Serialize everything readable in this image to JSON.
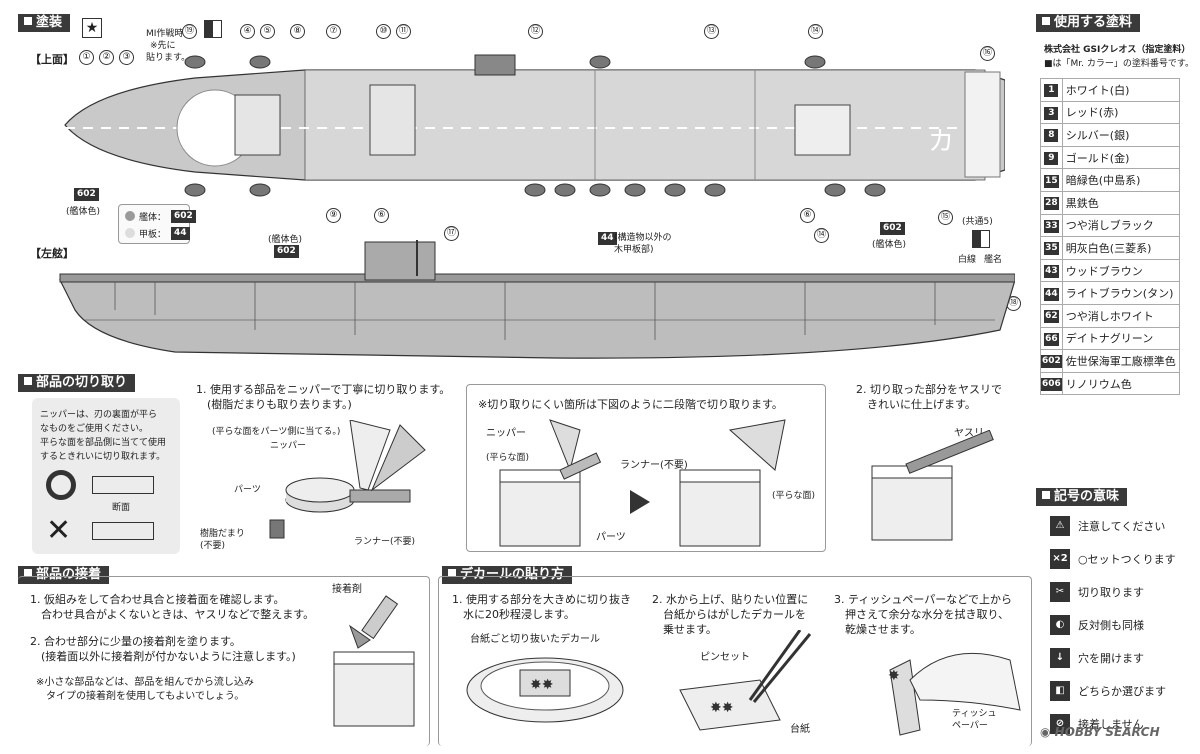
{
  "sections": {
    "painting": "塗装",
    "paints_used": "使用する塗料",
    "cutting": "部品の切り取り",
    "gluing": "部品の接着",
    "decal": "デカールの貼り方",
    "symbols": "記号の意味"
  },
  "views": {
    "top": "【上面】",
    "side": "【左舷】"
  },
  "top_notes": {
    "mi_line1": "MI作戦時",
    "mi_line2": "※先に",
    "mi_line3": "貼ります。",
    "hull": "(艦体色)",
    "hull2": "(艦体色)",
    "hull3": "(艦体色)",
    "deck_wood1": "(構造物以外の",
    "deck_wood2": "木甲板部)",
    "shared": "(共通5)",
    "white_line": "白線",
    "ship_name": "艦名",
    "deck_char": "カ"
  },
  "legend": {
    "hull_label": "艦体：",
    "hull_code": "602",
    "deck_label": "甲板：",
    "deck_code": "44"
  },
  "codes": {
    "c602": "602",
    "c44": "44"
  },
  "parts": [
    "①",
    "②",
    "③",
    "④",
    "⑤",
    "⑥",
    "⑦",
    "⑧",
    "⑨",
    "⑩",
    "⑪",
    "⑫",
    "⑬",
    "⑭",
    "⑮",
    "⑯",
    "⑰",
    "⑱",
    "⑲"
  ],
  "paints": {
    "maker": "株式会社 GSIクレオス（指定塗料）",
    "note": "■は「Mr. カラー」の塗料番号です。",
    "rows": [
      {
        "code": "1",
        "name": "ホワイト(白)"
      },
      {
        "code": "3",
        "name": "レッド(赤)"
      },
      {
        "code": "8",
        "name": "シルバー(銀)"
      },
      {
        "code": "9",
        "name": "ゴールド(金)"
      },
      {
        "code": "15",
        "name": "暗緑色(中島系)"
      },
      {
        "code": "28",
        "name": "黒鉄色"
      },
      {
        "code": "33",
        "name": "つや消しブラック"
      },
      {
        "code": "35",
        "name": "明灰白色(三菱系)"
      },
      {
        "code": "43",
        "name": "ウッドブラウン"
      },
      {
        "code": "44",
        "name": "ライトブラウン(タン)"
      },
      {
        "code": "62",
        "name": "つや消しホワイト"
      },
      {
        "code": "66",
        "name": "デイトナグリーン"
      },
      {
        "code": "602",
        "name": "佐世保海軍工廠標準色"
      },
      {
        "code": "606",
        "name": "リノリウム色"
      }
    ]
  },
  "cutting": {
    "note": "ニッパーは、刃の裏面が平ら\nなものをご使用ください。\n平らな面を部品側に当てて使用\nするときれいに切り取れます。",
    "dan": "断面",
    "step1": "1. 使用する部品をニッパーで丁寧に切り取ります。\n　(樹脂だまりも取り去ります。)",
    "flat_hint": "(平らな面をパーツ側に当てる。)",
    "nipper": "ニッパー",
    "parts": "パーツ",
    "resin": "樹脂だまり\n(不要)",
    "runner": "ランナー(不要)",
    "box_title": "※切り取りにくい箇所は下図のように二段階で切り取ります。",
    "nipper2": "ニッパー",
    "flat2": "(平らな面)",
    "runner2": "ランナー(不要)",
    "parts2": "パーツ",
    "flat3": "(平らな面)",
    "step2": "2. 切り取った部分をヤスリで\n　きれいに仕上げます。",
    "file": "ヤスリ"
  },
  "gluing": {
    "step1": "1. 仮組みをして合わせ具合と接着面を確認します。\n　合わせ具合がよくないときは、ヤスリなどで整えます。",
    "glue": "接着剤",
    "step2": "2. 合わせ部分に少量の接着剤を塗ります。\n　(接着面以外に接着剤が付かないように注意します。)",
    "note": "※小さな部品などは、部品を組んでから流し込み\n　タイプの接着剤を使用してもよいでしょう。"
  },
  "decal": {
    "step1": "1. 使用する部分を大きめに切り抜き\n　水に20秒程浸します。",
    "cut": "台紙ごと切り抜いたデカール",
    "step2": "2. 水から上げ、貼りたい位置に\n　台紙からはがしたデカールを\n　乗せます。",
    "tweezers": "ピンセット",
    "backing": "台紙",
    "step3": "3. ティッシュペーパーなどで上から\n　押さえて余分な水分を拭き取り、\n　乾燥させます。",
    "tissue": "ティッシュ\nペーパー"
  },
  "symbols": [
    {
      "icon": "⚠",
      "text": "注意してください"
    },
    {
      "icon": "×2",
      "text": "○セットつくります"
    },
    {
      "icon": "✂",
      "text": "切り取ります"
    },
    {
      "icon": "◐",
      "text": "反対側も同様"
    },
    {
      "icon": "↓",
      "text": "穴を開けます"
    },
    {
      "icon": "◧",
      "text": "どちらか選びます"
    },
    {
      "icon": "⊘",
      "text": "接着しません"
    }
  ],
  "watermark": "HOBBY SEARCH"
}
